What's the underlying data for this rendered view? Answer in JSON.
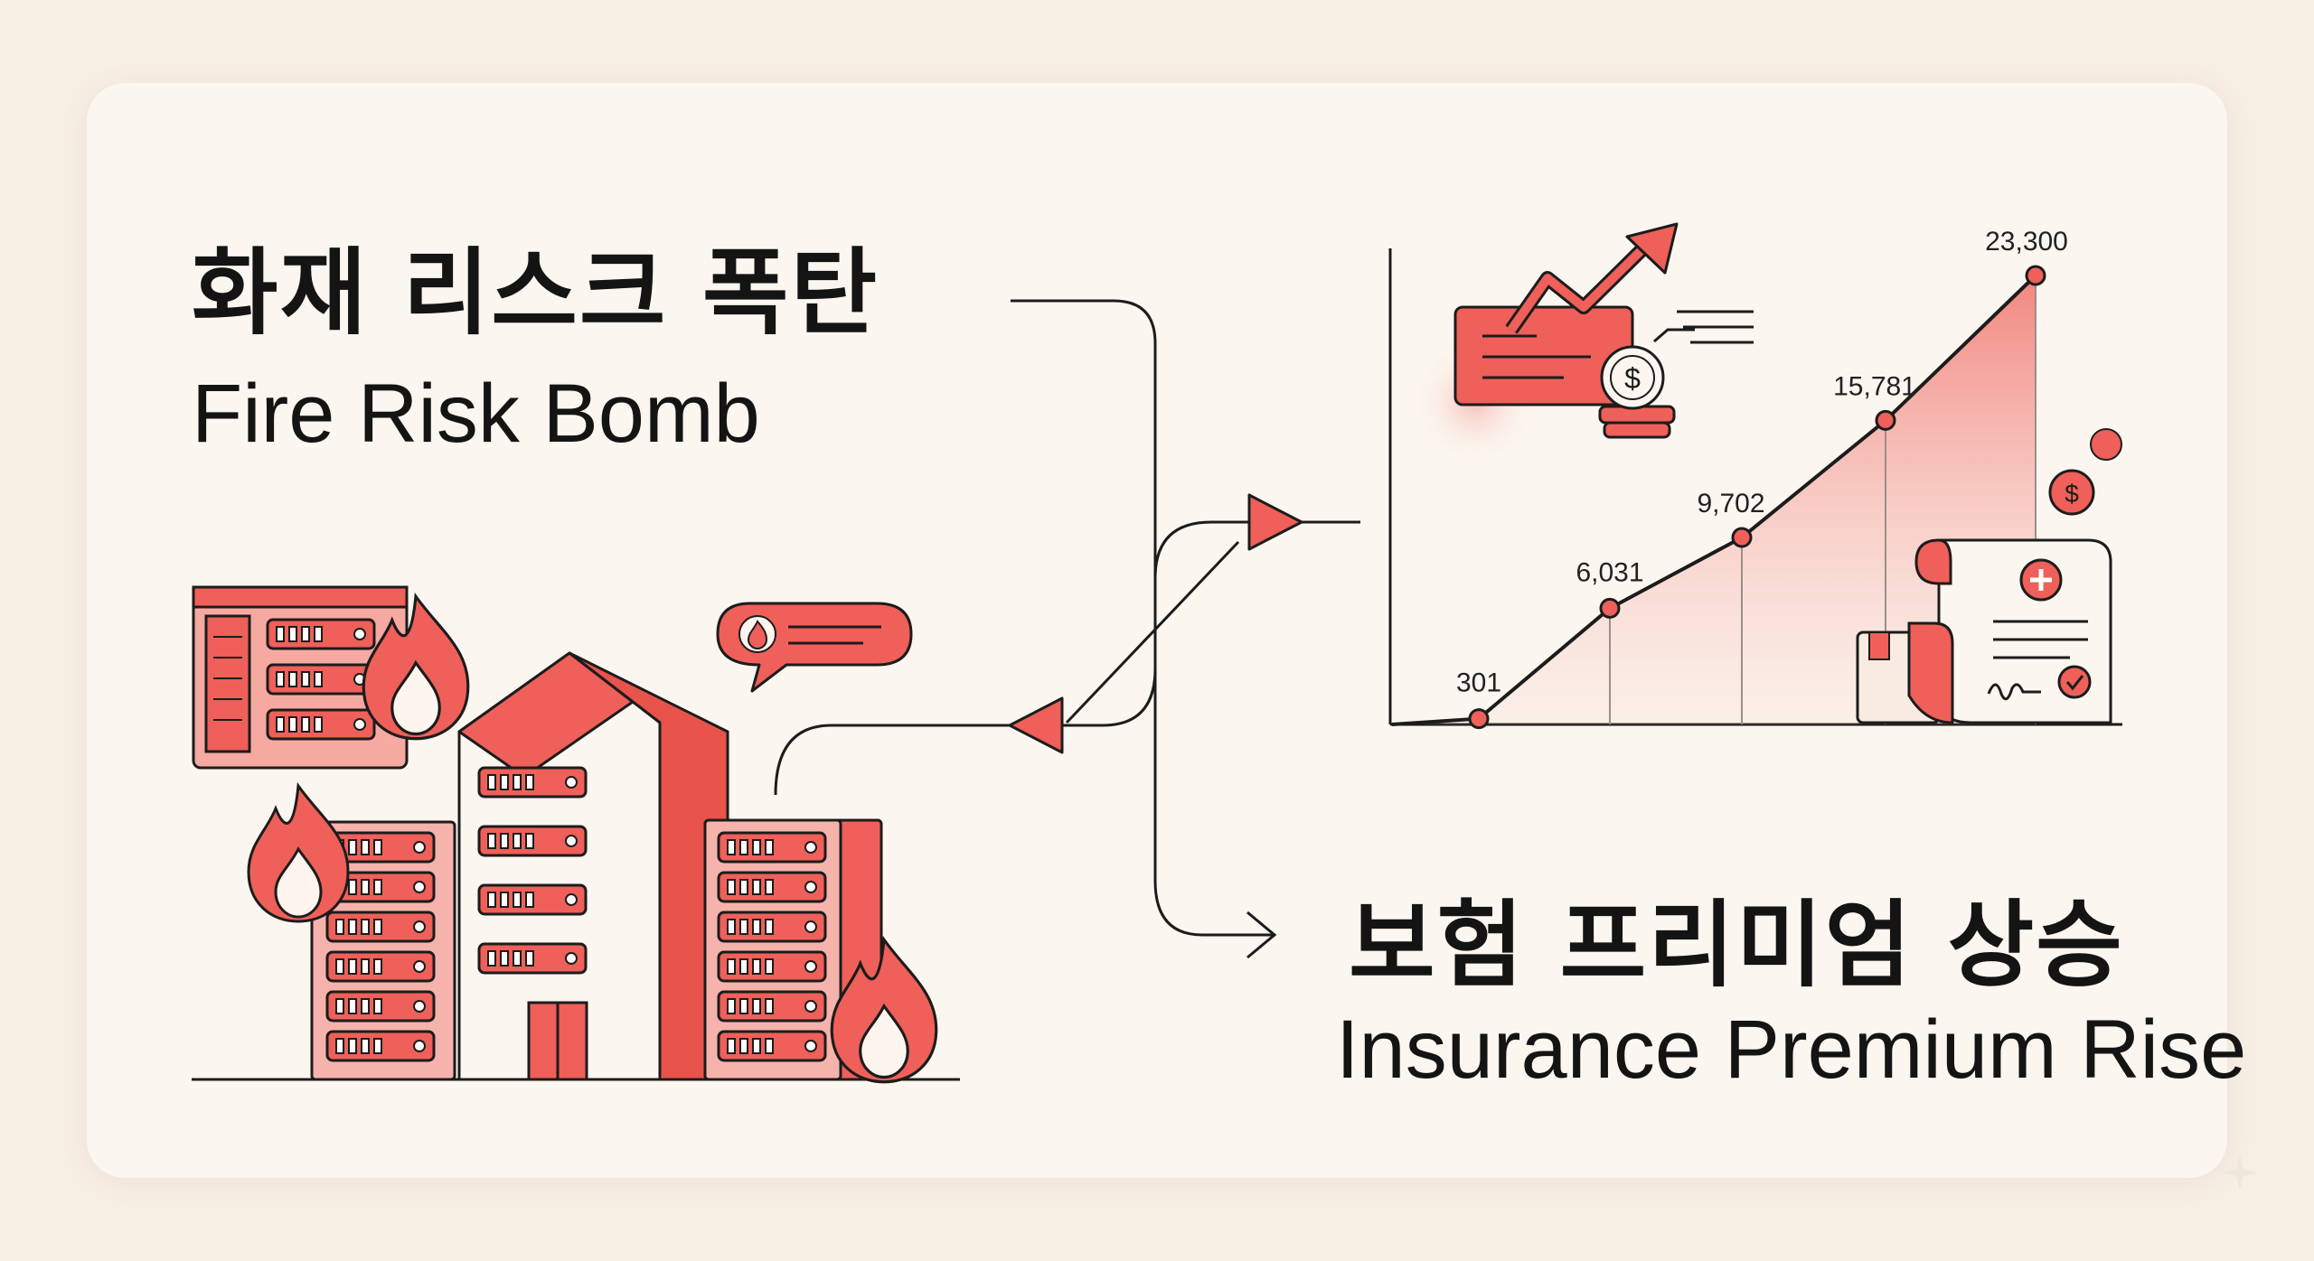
{
  "left_title": {
    "ko": "화재 리스크 폭탄",
    "en": "Fire Risk Bomb"
  },
  "right_title": {
    "ko": "보험 프리미엄 상승",
    "en": "Insurance Premium Rise"
  },
  "server_label": "0000",
  "colors": {
    "accent": "#ee6059",
    "accent_light": "#f6a9a1",
    "ink": "#1c1c1c",
    "card": "#fbf6ef",
    "background": "#f7eee4"
  },
  "icons": [
    "fire-icon",
    "server-building-icon",
    "speech-bubble-icon",
    "credit-card-icon",
    "dollar-coin-icon",
    "trend-arrow-icon",
    "insurance-document-icon"
  ],
  "chart_data": {
    "type": "area",
    "title": "",
    "xlabel": "",
    "ylabel": "",
    "series": [
      {
        "values": [
          0,
          301,
          6031,
          9702,
          15781,
          23300
        ],
        "labels": [
          "",
          "301",
          "6,031",
          "9,702",
          "15,781",
          "23,300"
        ]
      }
    ],
    "ylim": [
      0,
      23300
    ],
    "grid": false
  }
}
